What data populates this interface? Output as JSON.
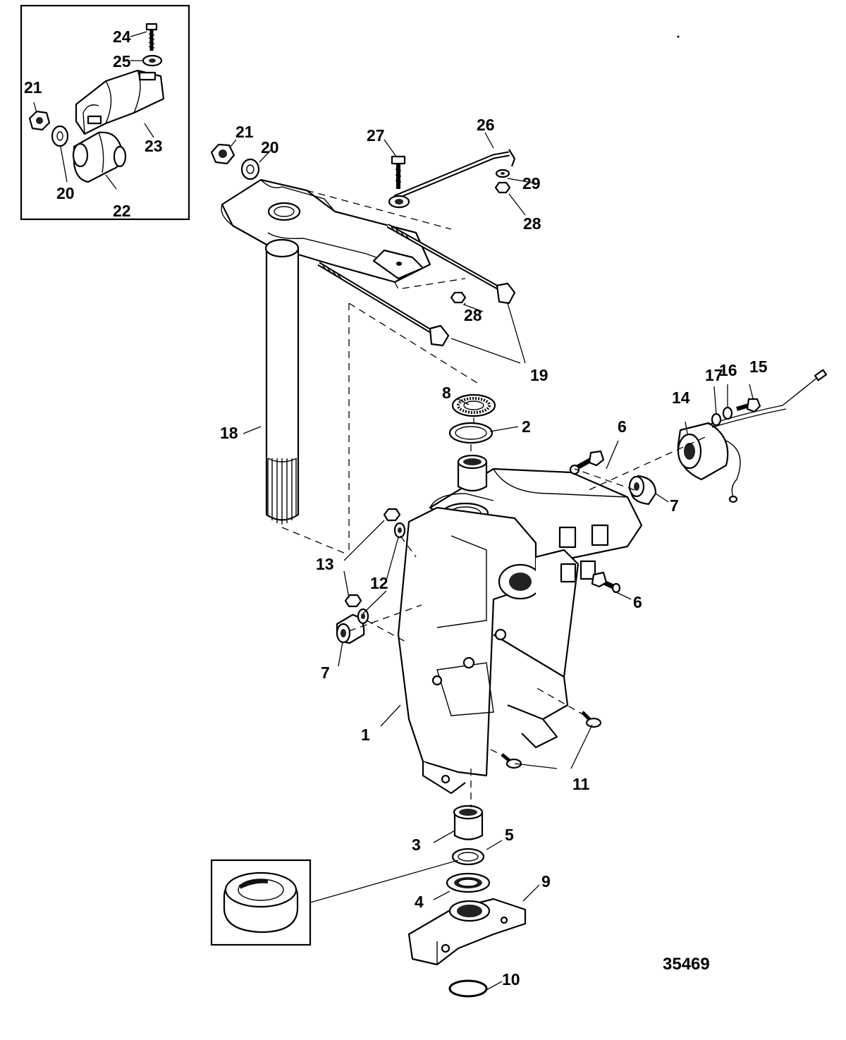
{
  "diagram": {
    "figure_number": "35469",
    "callouts": {
      "c1": "1",
      "c2": "2",
      "c3": "3",
      "c4": "4",
      "c5": "5",
      "c6a": "6",
      "c6b": "6",
      "c7a": "7",
      "c7b": "7",
      "c8": "8",
      "c9": "9",
      "c10": "10",
      "c11": "11",
      "c12": "12",
      "c13": "13",
      "c14": "14",
      "c15": "15",
      "c16": "16",
      "c17": "17",
      "c18": "18",
      "c19": "19",
      "c20a": "20",
      "c20b": "20",
      "c21a": "21",
      "c21b": "21",
      "c22": "22",
      "c23": "23",
      "c24": "24",
      "c25": "25",
      "c26": "26",
      "c27": "27",
      "c28a": "28",
      "c28b": "28",
      "c29": "29"
    }
  }
}
